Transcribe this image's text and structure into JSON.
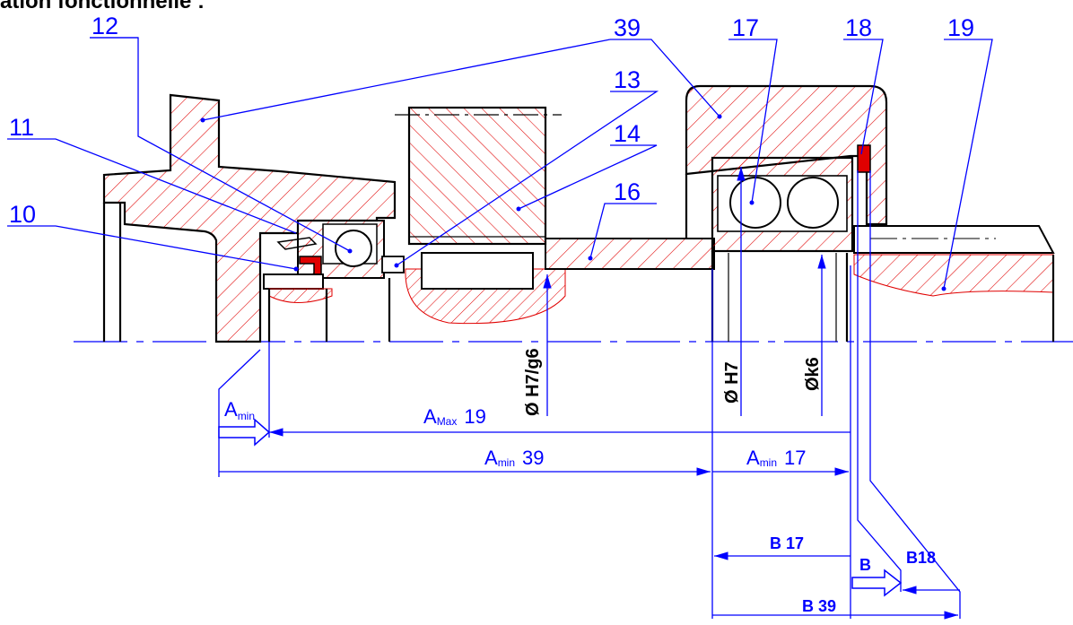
{
  "heading": "ation fonctionnelle :",
  "part_labels": [
    {
      "id": "p12",
      "text": "12"
    },
    {
      "id": "p11",
      "text": "11"
    },
    {
      "id": "p10",
      "text": "10"
    },
    {
      "id": "p39",
      "text": "39"
    },
    {
      "id": "p13",
      "text": "13"
    },
    {
      "id": "p14",
      "text": "14"
    },
    {
      "id": "p16",
      "text": "16"
    },
    {
      "id": "p17",
      "text": "17"
    },
    {
      "id": "p18",
      "text": "18"
    },
    {
      "id": "p19",
      "text": "19"
    }
  ],
  "fits": {
    "h7g6": "Ø H7/g6",
    "h7": "Ø H7",
    "k6": "Øk6"
  },
  "dimensions": {
    "a_min_label": "A",
    "a_min_sub": "min",
    "a_max19_main": "A",
    "a_max19_sub": "Max",
    "a_max19_num": "19",
    "a_min39_main": "A",
    "a_min39_sub": "min",
    "a_min39_num": "39",
    "a_min17_main": "A",
    "a_min17_sub": "min",
    "a_min17_num": "17",
    "b17": "B 17",
    "b": "B",
    "b18": "B18",
    "b39": "B 39"
  },
  "colors": {
    "leader": "#0000ff",
    "hatch": "#e00000",
    "seal": "#e00000",
    "outline": "#000000"
  }
}
